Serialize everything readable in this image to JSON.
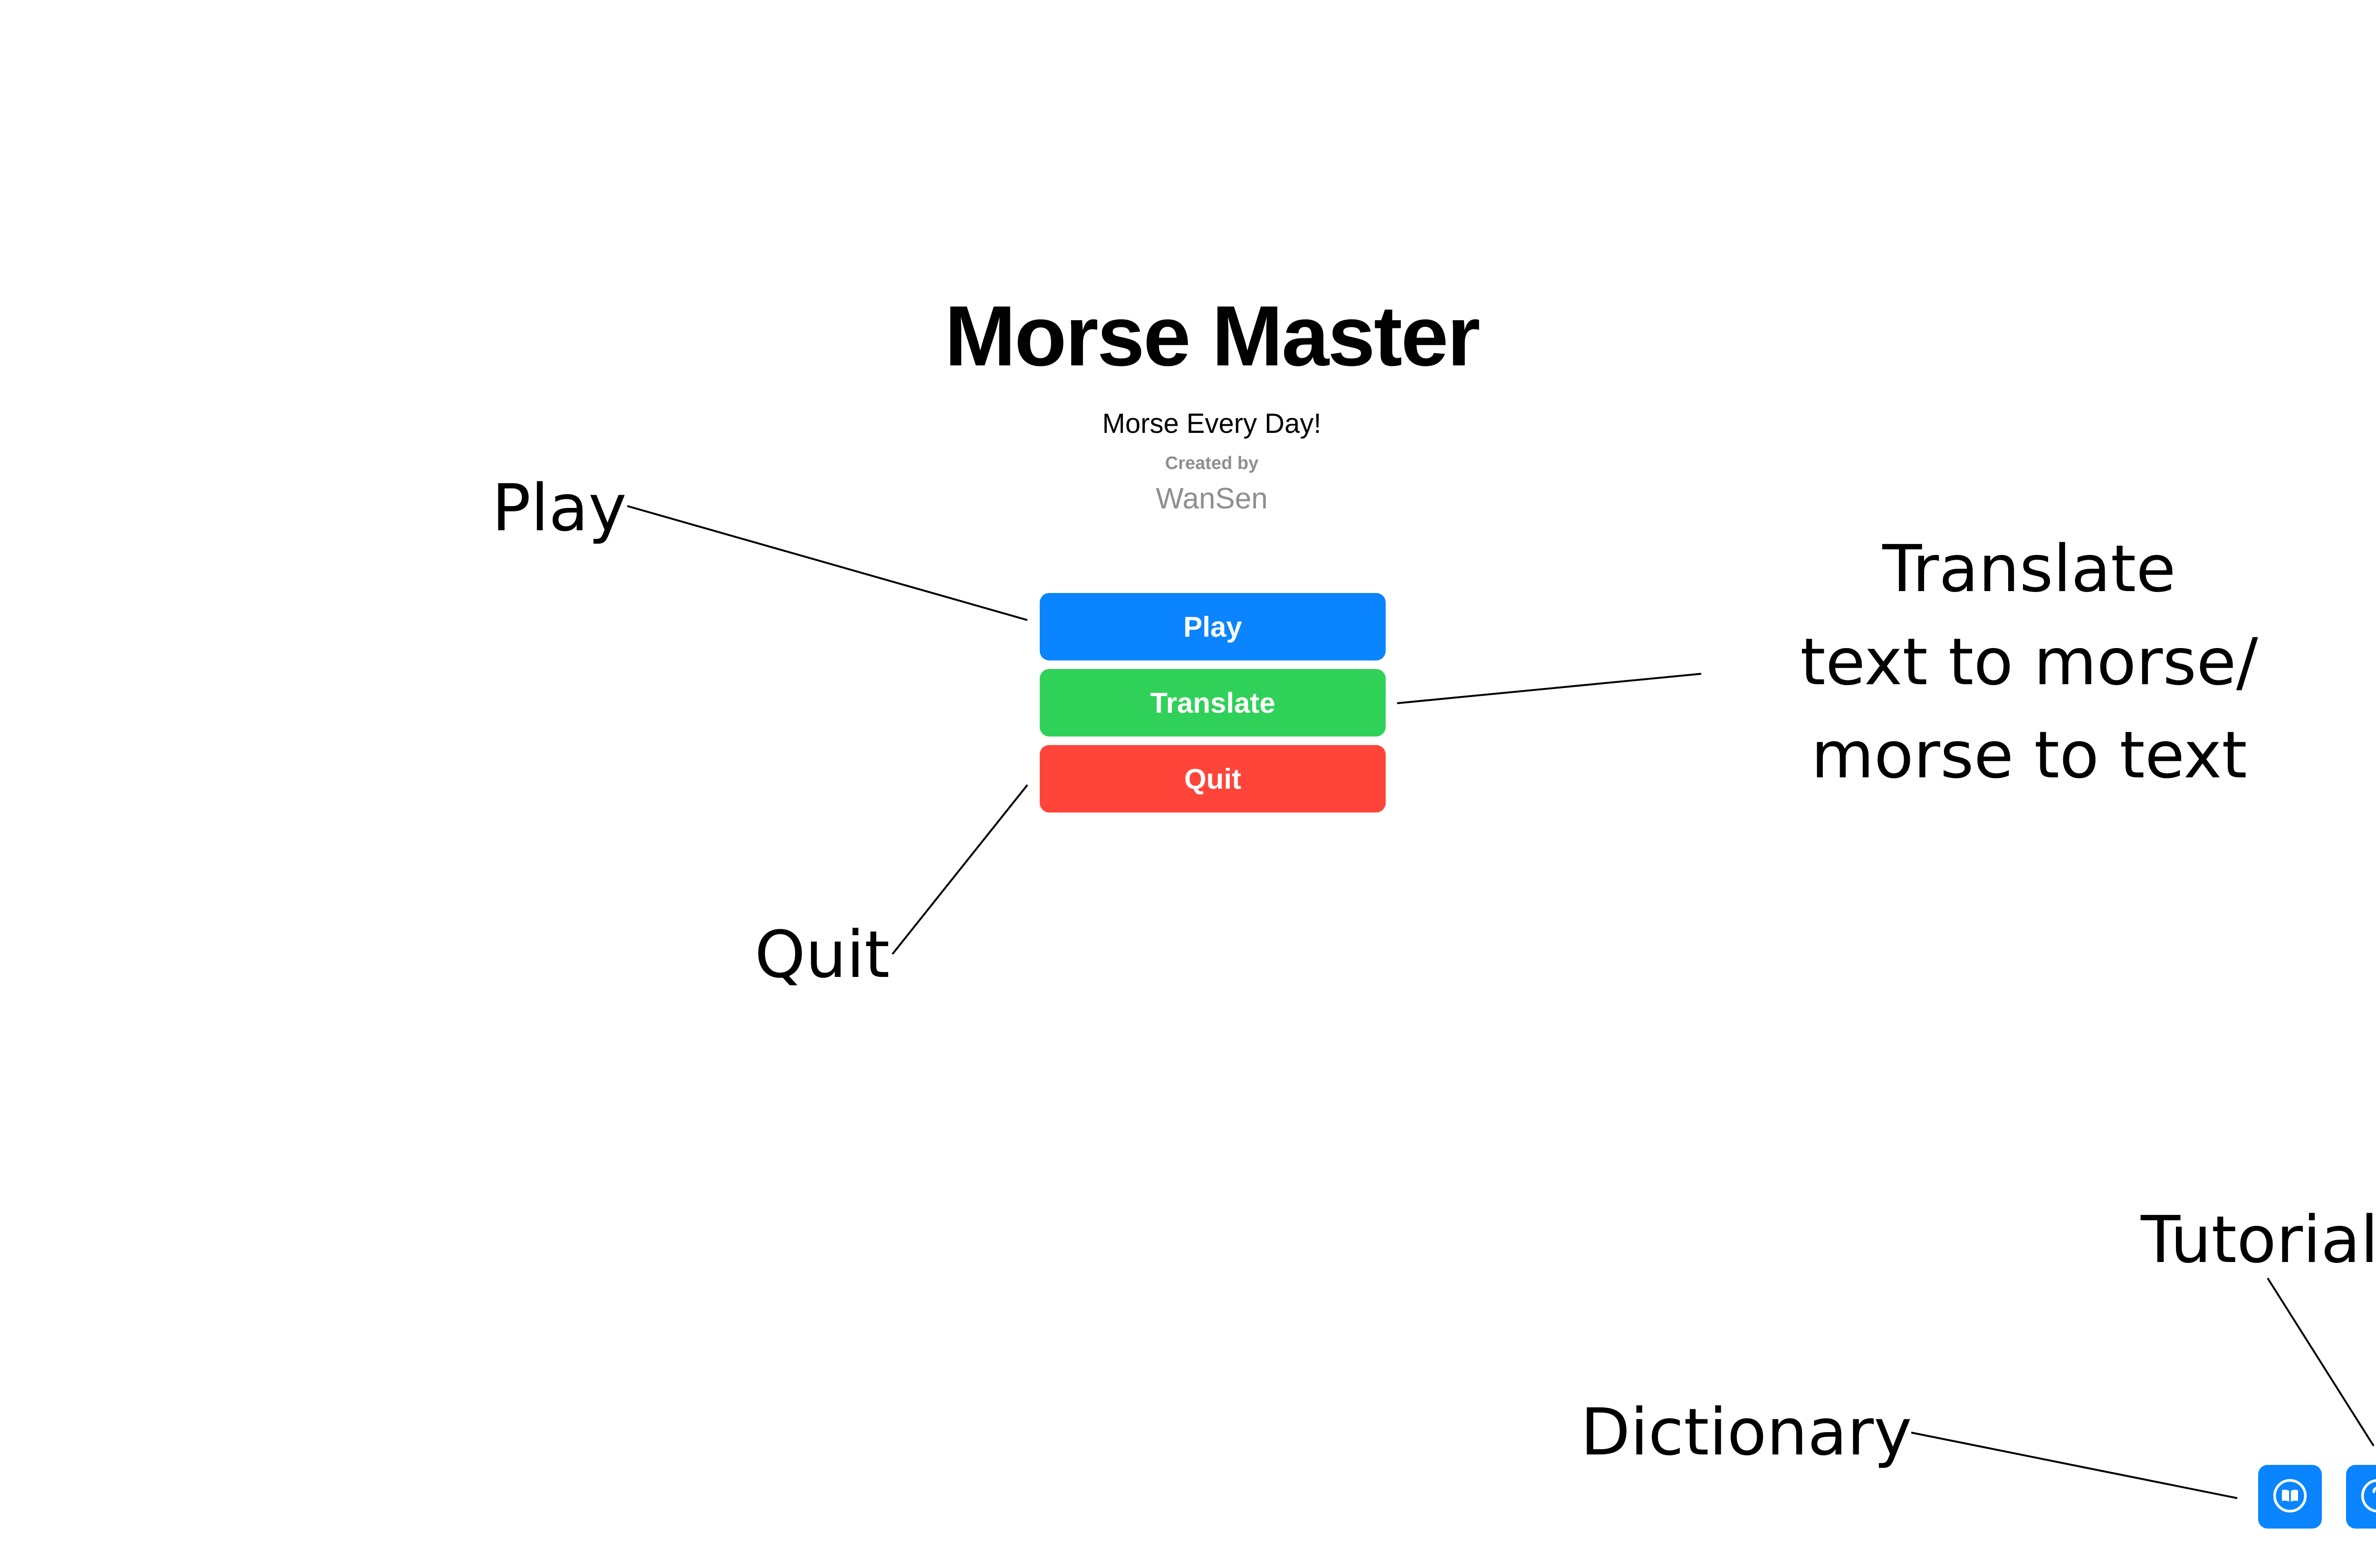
{
  "app": {
    "title": "Morse Master",
    "subtitle": "Morse Every Day!",
    "created_by_label": "Created by",
    "author": "WanSen"
  },
  "menu": {
    "play_label": "Play",
    "translate_label": "Translate",
    "quit_label": "Quit"
  },
  "corner_buttons": {
    "dictionary_icon": "book-icon",
    "tutorial_icon": "question-circle-icon"
  },
  "annotations": {
    "play": "Play",
    "translate_lines": [
      "Translate",
      "text to morse/",
      "morse to text"
    ],
    "quit": "Quit",
    "tutorial": "Tutorial",
    "dictionary": "Dictionary"
  },
  "colors": {
    "play": "#0a84ff",
    "translate": "#30d158",
    "quit": "#ff453a",
    "secondary_text": "#8e8e93",
    "corner_button": "#0a84ff"
  }
}
